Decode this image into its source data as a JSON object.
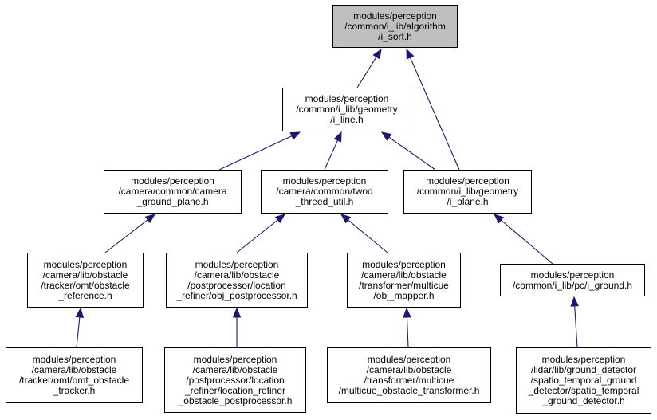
{
  "colors": {
    "edge": "#191970",
    "root_fill": "#bfbfbf",
    "node_fill": "#ffffff",
    "border": "#000000"
  },
  "nodes": {
    "i_sort": "modules/perception\n/common/i_lib/algorithm\n/i_sort.h",
    "i_line": "modules/perception\n/common/i_lib/geometry\n/i_line.h",
    "camera_ground_plane": "modules/perception\n/camera/common/camera\n_ground_plane.h",
    "twod_threed_util": "modules/perception\n/camera/common/twod\n_threed_util.h",
    "i_plane": "modules/perception\n/common/i_lib/geometry\n/i_plane.h",
    "obstacle_reference": "modules/perception\n/camera/lib/obstacle\n/tracker/omt/obstacle\n_reference.h",
    "obj_postprocessor": "modules/perception\n/camera/lib/obstacle\n/postprocessor/location\n_refiner/obj_postprocessor.h",
    "obj_mapper": "modules/perception\n/camera/lib/obstacle\n/transformer/multicue\n/obj_mapper.h",
    "i_ground": "modules/perception\n/common/i_lib/pc/i_ground.h",
    "omt_obstacle_tracker": "modules/perception\n/camera/lib/obstacle\n/tracker/omt/omt_obstacle\n_tracker.h",
    "location_refiner_obstacle_postprocessor": "modules/perception\n/camera/lib/obstacle\n/postprocessor/location\n_refiner/location_refiner\n_obstacle_postprocessor.h",
    "multicue_obstacle_transformer": "modules/perception\n/camera/lib/obstacle\n/transformer/multicue\n/multicue_obstacle_transformer.h",
    "spatio_temporal_ground_detector": "modules/perception\n/lidar/lib/ground_detector\n/spatio_temporal_ground\n_detector/spatio_temporal\n_ground_detector.h"
  },
  "edges": [
    [
      "i_line",
      "i_sort"
    ],
    [
      "i_plane",
      "i_sort"
    ],
    [
      "camera_ground_plane",
      "i_line"
    ],
    [
      "twod_threed_util",
      "i_line"
    ],
    [
      "i_plane",
      "i_line"
    ],
    [
      "obstacle_reference",
      "camera_ground_plane"
    ],
    [
      "obj_postprocessor",
      "twod_threed_util"
    ],
    [
      "obj_mapper",
      "twod_threed_util"
    ],
    [
      "i_ground",
      "i_plane"
    ],
    [
      "omt_obstacle_tracker",
      "obstacle_reference"
    ],
    [
      "location_refiner_obstacle_postprocessor",
      "obj_postprocessor"
    ],
    [
      "multicue_obstacle_transformer",
      "obj_mapper"
    ],
    [
      "spatio_temporal_ground_detector",
      "i_ground"
    ]
  ]
}
